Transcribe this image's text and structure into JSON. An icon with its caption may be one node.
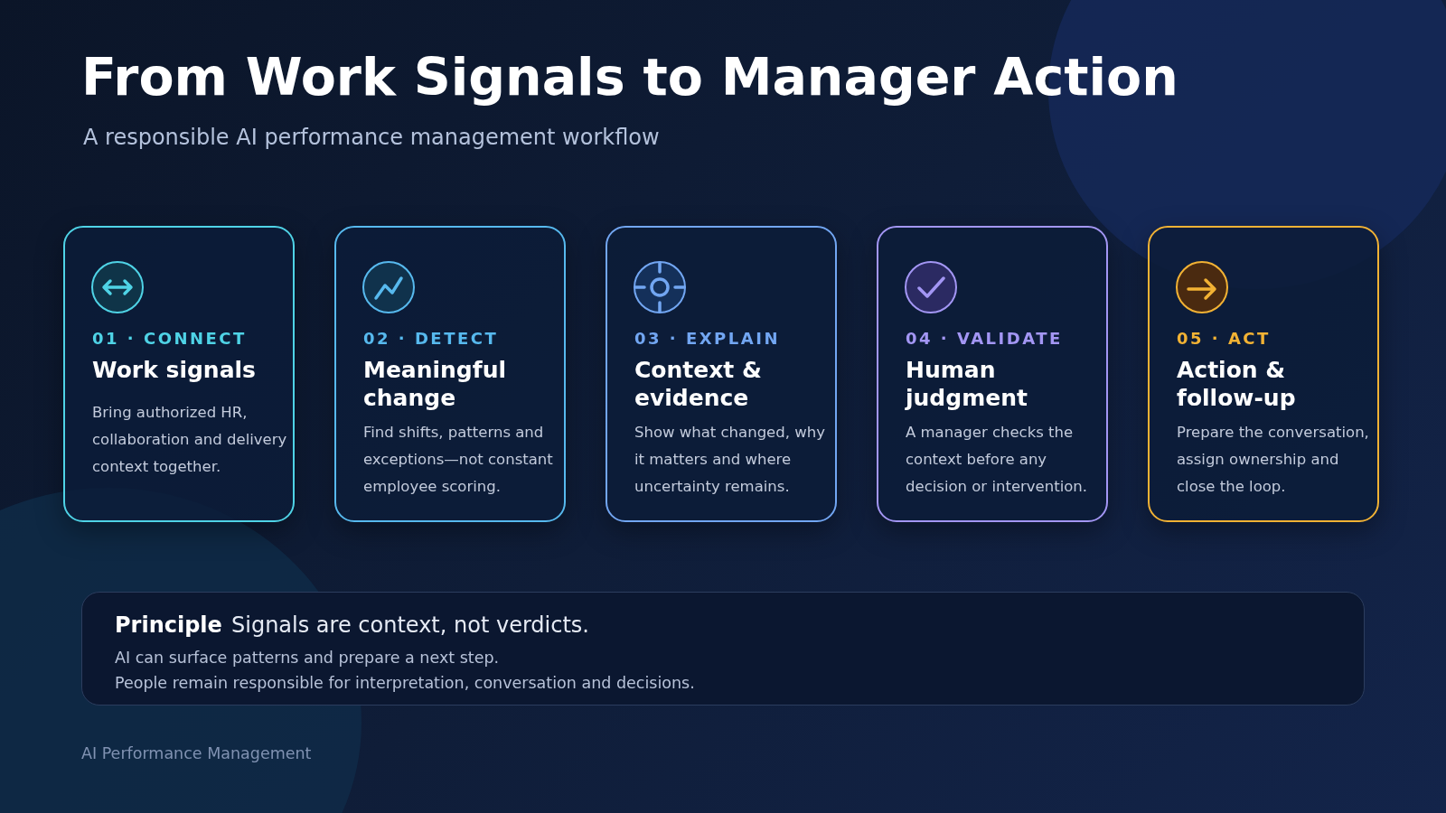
{
  "diagram": {
    "title": "From Work Signals to Manager Action",
    "nodes": [
      {
        "text": [
          "01 · CONNECT",
          "Work signals",
          "Bring authorized HR, collaboration and delivery context together."
        ]
      },
      {
        "text": [
          "02 · DETECT",
          "Meaningful change",
          "Find shifts, patterns and exceptions—not constant employee scoring."
        ]
      },
      {
        "text": [
          "03 · EXPLAIN",
          "Context & evidence",
          "Show what changed, why it matters and where uncertainty remains."
        ]
      },
      {
        "text": [
          "04 · VALIDATE",
          "Human judgment",
          "A manager checks the context before any decision or intervention."
        ]
      },
      {
        "text": [
          "05 · ACT",
          "Action & follow-up",
          "Prepare the conversation, assign ownership and close the loop."
        ]
      },
      {
        "text": [
          "Principle",
          "Signals are context, not verdicts.",
          "AI can surface patterns and prepare a next step.",
          "People remain responsible for interpretation, conversation and decisions."
        ]
      }
    ],
    "edges": [],
    "labels": [
      "A responsible AI performance management workflow",
      "AI Performance Management"
    ]
  }
}
